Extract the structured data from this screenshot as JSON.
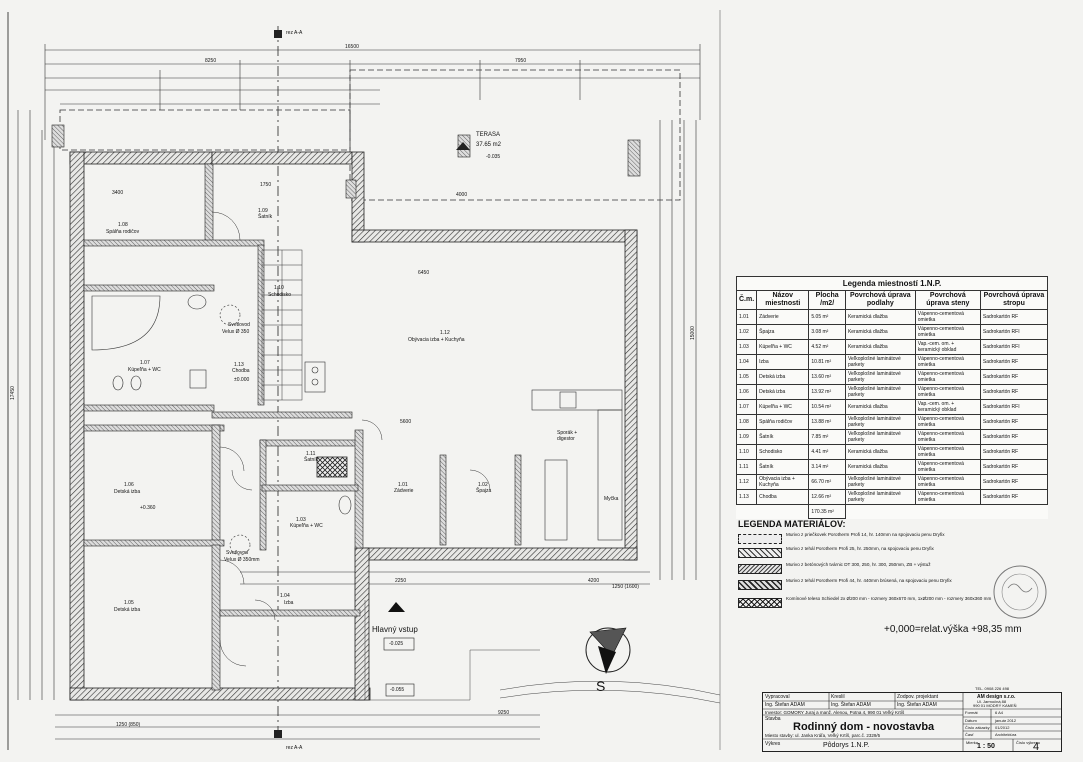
{
  "rooms": [
    {
      "id": "1.01",
      "name": "Zádverie",
      "area": "5.05 m²"
    },
    {
      "id": "1.02",
      "name": "Špajza",
      "area": "3.08 m²"
    },
    {
      "id": "1.03",
      "name": "Kúpeľňa + WC",
      "area": "4.52 m²"
    },
    {
      "id": "1.04",
      "name": "Izba",
      "area": "10.81 m²"
    },
    {
      "id": "1.05",
      "name": "Detská izba",
      "area": "13.60 m²"
    },
    {
      "id": "1.06",
      "name": "Detská izba",
      "area": "13.92 m²"
    },
    {
      "id": "1.07",
      "name": "Kúpeľňa + WC",
      "area": "10.54 m²"
    },
    {
      "id": "1.08",
      "name": "Spálňa rodičov",
      "area": "13.88 m²"
    },
    {
      "id": "1.09",
      "name": "Šatník",
      "area": "7.85 m²"
    },
    {
      "id": "1.10",
      "name": "Schodisko",
      "area": "4.41 m²"
    },
    {
      "id": "1.11",
      "name": "Šatník",
      "area": "3.14 m²"
    },
    {
      "id": "1.12",
      "name": "Obývacia izba + Kuchyňa",
      "area": "66.70 m²"
    },
    {
      "id": "1.13",
      "name": "Chodba",
      "area": "12.66 m²"
    }
  ],
  "plan_labels": {
    "terrace": "TERASA",
    "terrace_area": "37.65 m2",
    "terrace_level": "-0.035",
    "light_well_1": "Svetlovod",
    "light_well_1_dim": "Velux Ø 350",
    "light_well_2": "Svetlovod",
    "light_well_2_dim": "Velux Ø 350mm",
    "stove": "Sporák + digestor",
    "sink": "Myčka",
    "main_entrance": "Hlavný vstup",
    "entrance_level": "-0.025",
    "outer_level": "-0.055",
    "section": "rez A-A",
    "north": "S",
    "dim_total": "16500",
    "dim_left": "8250",
    "dim_right": "7950",
    "dim_height": "17450",
    "dim_right_side": "15000",
    "level_interior": "±0.000",
    "level_room": "+0.360",
    "dim_t1": "1750",
    "dim_t2": "4000",
    "dim_t3": "3400",
    "dim_t4": "5600",
    "dim_t5": "6450",
    "dim_b1": "2250",
    "dim_b2": "4200",
    "dim_b3": "1250 (1600)",
    "dim_b4": "9250",
    "dim_b5": "1250 (850)"
  },
  "legend": {
    "title": "Legenda miestností 1.N.P.",
    "headers": [
      "Č.m.",
      "Názov miestnosti",
      "Plocha /m2/",
      "Povrchová úprava podlahy",
      "Povrchová úprava steny",
      "Povrchová úprava stropu"
    ],
    "rows": [
      [
        "1.01",
        "Zádverie",
        "5.05 m²",
        "Keramická dlažba",
        "Vápenno-cementová omietka",
        "Sadrokartón RF"
      ],
      [
        "1.02",
        "Špajza",
        "3.08 m²",
        "Keramická dlažba",
        "Vápenno-cementová omietka",
        "Sadrokartón RFI"
      ],
      [
        "1.03",
        "Kúpeľňa + WC",
        "4.52 m²",
        "Keramická dlažba",
        "Vap.-cem. om. + keramický obklad",
        "Sadrokartón RFI"
      ],
      [
        "1.04",
        "Izba",
        "10.81 m²",
        "Veľkoplošné laminátové parkety",
        "Vápenno-cementová omietka",
        "Sadrokartón RF"
      ],
      [
        "1.05",
        "Detská izba",
        "13.60 m²",
        "Veľkoplošné laminátové parkety",
        "Vápenno-cementová omietka",
        "Sadrokartón RF"
      ],
      [
        "1.06",
        "Detská izba",
        "13.92 m²",
        "Veľkoplošné laminátové parkety",
        "Vápenno-cementová omietka",
        "Sadrokartón RF"
      ],
      [
        "1.07",
        "Kúpeľňa + WC",
        "10.54 m²",
        "Keramická dlažba",
        "Vap.-cem. om. + keramický obklad",
        "Sadrokartón RFI"
      ],
      [
        "1.08",
        "Spálňa rodičov",
        "13.88 m²",
        "Veľkoplošné laminátové parkety",
        "Vápenno-cementová omietka",
        "Sadrokartón RF"
      ],
      [
        "1.09",
        "Šatník",
        "7.85 m²",
        "Veľkoplošné laminátové parkety",
        "Vápenno-cementová omietka",
        "Sadrokartón RF"
      ],
      [
        "1.10",
        "Schodisko",
        "4.41 m²",
        "Keramická dlažba",
        "Vápenno-cementová omietka",
        "Sadrokartón RF"
      ],
      [
        "1.11",
        "Šatník",
        "3.14 m²",
        "Keramická dlažba",
        "Vápenno-cementová omietka",
        "Sadrokartón RF"
      ],
      [
        "1.12",
        "Obývacia izba + Kuchyňa",
        "66.70 m²",
        "Veľkoplošné laminátové parkety",
        "Vápenno-cementová omietka",
        "Sadrokartón RF"
      ],
      [
        "1.13",
        "Chodba",
        "12.66 m²",
        "Veľkoplošné laminátové parkety",
        "Vápenno-cementová omietka",
        "Sadrokartón RF"
      ]
    ],
    "total": "170.35 m²"
  },
  "materials": {
    "title": "LEGENDA MATERIÁLOV:",
    "items": [
      "Murivo z priečkovek Porotherm Profi 14, hr. 140mm na spojovaciu penu Dryfix",
      "Murivo z tehál Porotherm Profi 25, hr. 250mm, na spojovaciu penu Dryfix",
      "Murivo z betónových tvárnic DT 300, 250, hr. 300, 250mm, ZB + výstuž",
      "Murivo z tehál Porotherm Profi 44, hr. 440mm brúsená, na spojovaciu penu Dryfix",
      "Komínové teleso Schiedel 2x Ø200 mm - rozmery 360x670 mm, 1xØ200 mm - rozmery 360x360 mm"
    ]
  },
  "elevation": "+0,000=relat.výška +98,35 mm",
  "title_block": {
    "drawn_label": "Vypracoval",
    "drawn_by": "Ing. Štefan ADAM",
    "checked_label": "Kreslil",
    "checked_by": "Ing. Štefan ADAM",
    "resp_label": "Zodpov. projektant",
    "resp_by": "Ing. Štefan ADAM",
    "company": "AM design s.r.o.",
    "address": "Ul. Jarmočná 88",
    "city": "990 01 MODRÝ KAMEŇ",
    "phone": "TEL. 0908 226 498",
    "investor": "Investor: GOMORY Juraj a manž. Alenou, Potna 4, 990 01 Veľký Krtíš",
    "stage_label": "Stavba",
    "project": "Rodinný dom - novostavba",
    "site": "Miesto stavby: ul. Janka Kráľa, Veľký Krtíš, parc.č. 2329/5",
    "drawing_label": "Výkres",
    "drawing": "Pôdorys 1.N.P.",
    "format_label": "Formát",
    "format": "6 A4",
    "date_label": "Dátum",
    "date": "január 2012",
    "order_label": "Číslo zákazky",
    "order": "01/2012",
    "part_label": "Časť",
    "part": "Architektúra",
    "scale_label": "Mierka",
    "scale": "1 : 50",
    "sheet_label": "Číslo výkresu",
    "sheet": "4"
  },
  "colors": {
    "wall": "#3a3a3a",
    "paper": "#f3f3f1",
    "ink": "#111111"
  }
}
